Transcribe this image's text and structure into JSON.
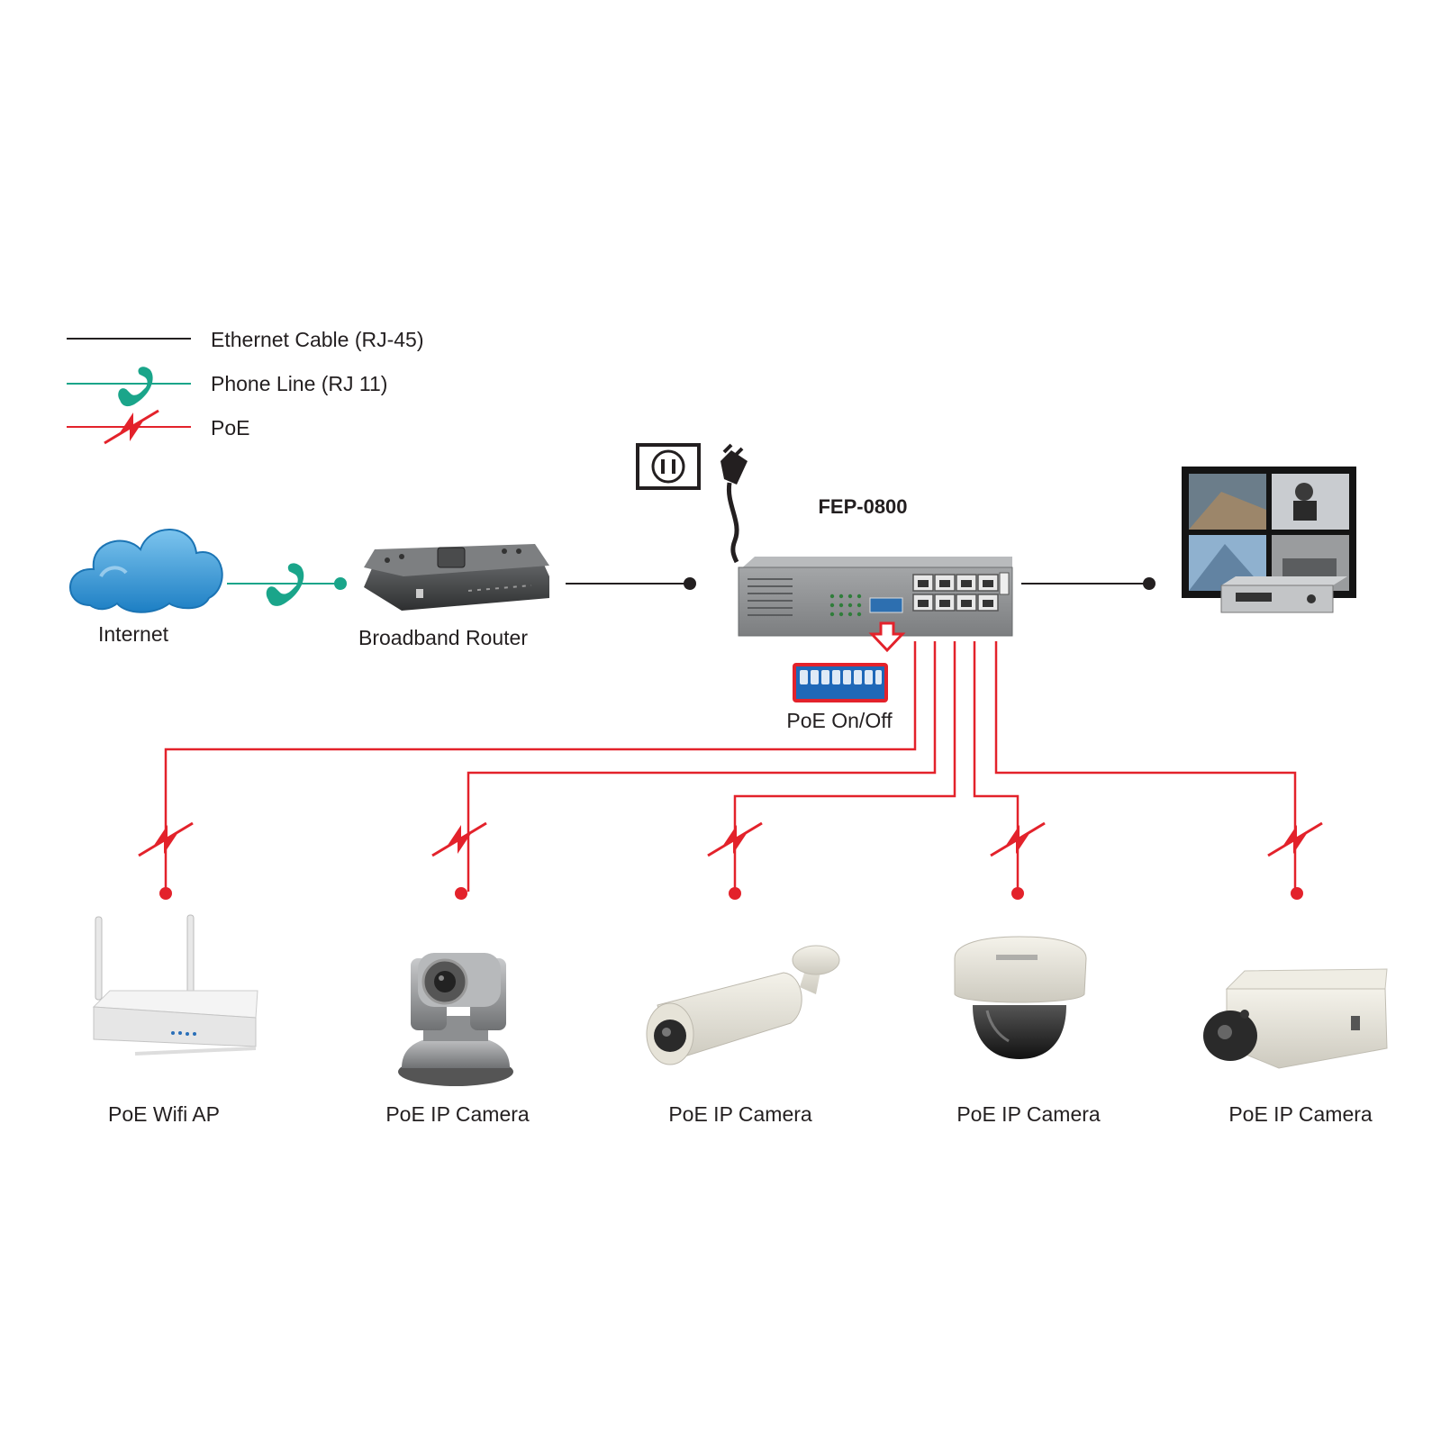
{
  "legend": [
    {
      "label": "Ethernet Cable (RJ-45)",
      "icon": "ethernet-line",
      "color": "#231f20"
    },
    {
      "label": "Phone Line (RJ 11)",
      "icon": "phone-handset-icon",
      "color": "#1aa58a"
    },
    {
      "label": "PoE",
      "icon": "lightning-bolt-icon",
      "color": "#e3222b"
    }
  ],
  "devices": {
    "internet": {
      "label": "Internet",
      "icon": "cloud-icon"
    },
    "router": {
      "label": "Broadband Router",
      "icon": "router-icon"
    },
    "switch": {
      "label": "FEP-0800",
      "icon": "poe-switch-icon"
    },
    "dip": {
      "label": "PoE On/Off",
      "icon": "dip-switch-icon"
    },
    "monitor": {
      "icon": "surveillance-monitor-icon"
    },
    "power": {
      "icon": "power-outlet-icon"
    }
  },
  "endpoints": [
    {
      "label": "PoE Wifi AP",
      "icon": "wifi-ap-icon"
    },
    {
      "label": "PoE IP Camera",
      "icon": "ptz-camera-icon"
    },
    {
      "label": "PoE IP Camera",
      "icon": "bullet-camera-icon"
    },
    {
      "label": "PoE IP Camera",
      "icon": "dome-camera-icon"
    },
    {
      "label": "PoE IP Camera",
      "icon": "box-camera-icon"
    }
  ],
  "colors": {
    "ethernet": "#231f20",
    "phone": "#1aa58a",
    "poe": "#e3222b",
    "cloud": "#2f9ad8",
    "device_gray": "#8c8e90"
  }
}
